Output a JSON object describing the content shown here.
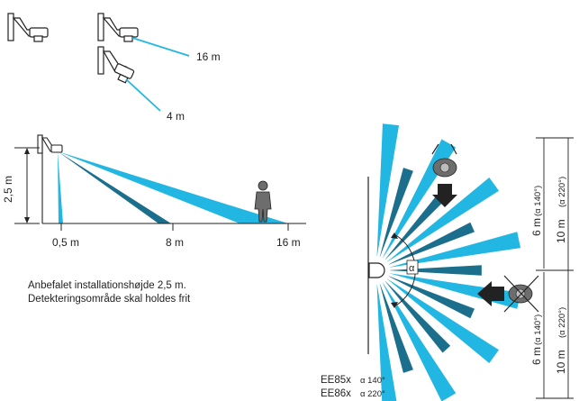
{
  "top_distances": {
    "long": "16 m",
    "short": "4 m"
  },
  "side_view": {
    "height_label": "2,5 m",
    "ticks": [
      "0,5 m",
      "8 m",
      "16 m"
    ]
  },
  "caption": {
    "line1": "Anbefalet installationshøjde 2,5 m.",
    "line2": "Detekteringsområde skal holdes frit"
  },
  "top_view": {
    "angle_symbol": "α",
    "upper_left_label": "6 m",
    "upper_left_angle": "(α 140°)",
    "upper_right_label": "10 m",
    "upper_right_angle": "(α 220°)",
    "lower_left_label": "6 m",
    "lower_left_angle": "(α 140°)",
    "lower_right_label": "10 m",
    "lower_right_angle": "(α 220°)"
  },
  "legend": {
    "row1_model": "EE85x",
    "row1_angle": "α 140°",
    "row2_model": "EE86x",
    "row2_angle": "α 220°"
  },
  "colors": {
    "cyan": "#22b7e3",
    "dark_teal": "#1b6f8d",
    "line": "#222222",
    "figure": "#6d6d6d"
  }
}
